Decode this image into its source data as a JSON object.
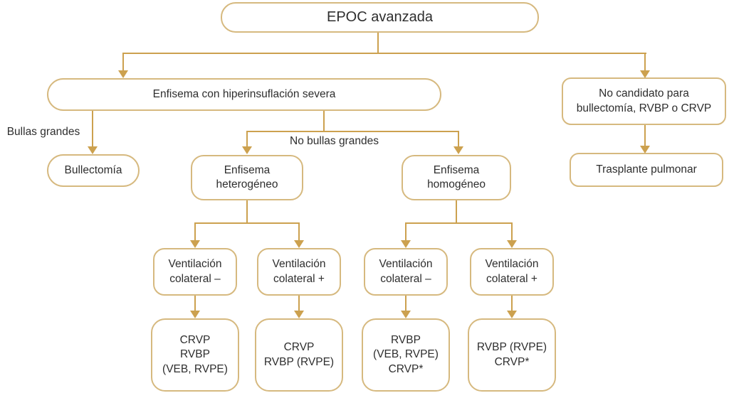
{
  "colors": {
    "accent_line": "#CCA14F",
    "box_border": "#D6B97F",
    "text": "#2E2E2E",
    "background": "#FFFFFF"
  },
  "nodes": {
    "root": {
      "label": "EPOC avanzada"
    },
    "hyperinflation": {
      "label": "Enfisema con hiperinsuflación severa"
    },
    "no_candidate": {
      "label": "No candidato para\nbullectomía, RVBP o CRVP"
    },
    "bullectomy": {
      "label": "Bullectomía"
    },
    "heterogeneous": {
      "label": "Enfisema\nheterogéneo"
    },
    "homogeneous": {
      "label": "Enfisema\nhomogéneo"
    },
    "transplant": {
      "label": "Trasplante pulmonar"
    },
    "vc_neg_het": {
      "label": "Ventilación\ncolateral –"
    },
    "vc_pos_het": {
      "label": "Ventilación\ncolateral +"
    },
    "vc_neg_hom": {
      "label": "Ventilación\ncolateral –"
    },
    "vc_pos_hom": {
      "label": "Ventilación\ncolateral +"
    },
    "outcome_het_neg": {
      "label": "CRVP\nRVBP\n(VEB, RVPE)"
    },
    "outcome_het_pos": {
      "label": "CRVP\nRVBP (RVPE)"
    },
    "outcome_hom_neg": {
      "label": "RVBP\n(VEB, RVPE)\nCRVP*"
    },
    "outcome_hom_pos": {
      "label": "RVBP (RVPE)\nCRVP*"
    }
  },
  "edge_labels": {
    "large_bullae": "Bullas grandes",
    "no_large_bullae": "No bullas grandes"
  }
}
